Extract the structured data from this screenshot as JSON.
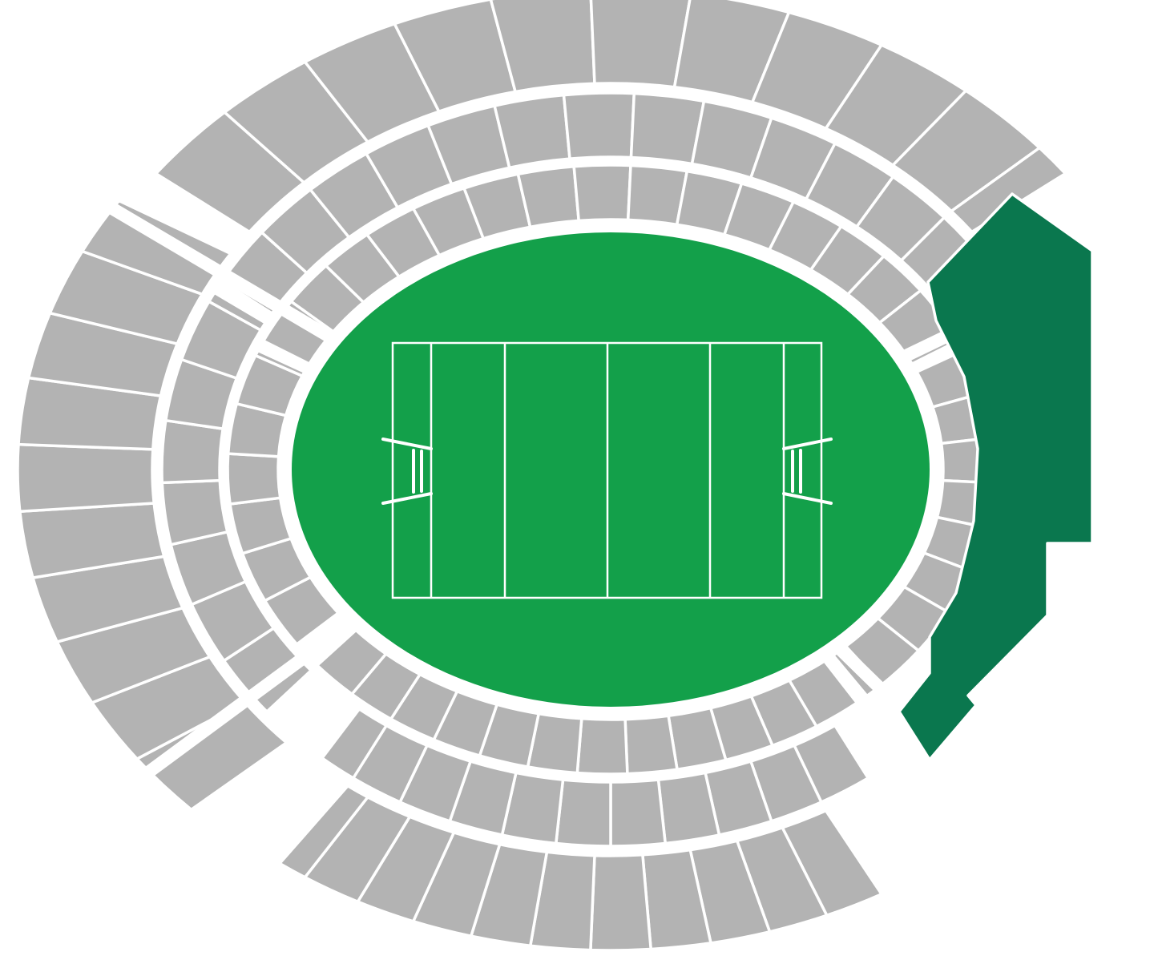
{
  "map": {
    "type": "stadium-seating-map",
    "colors": {
      "background": "#ffffff",
      "section_default": "#b3b3b3",
      "section_highlighted": "#0a774e",
      "pitch": "#13a04a",
      "lines": "#ffffff"
    },
    "highlighted_section": "east-stand-highlighted",
    "stands": [
      {
        "name": "west-stand",
        "tiers": 3
      },
      {
        "name": "north-stand",
        "tiers": 3
      },
      {
        "name": "south-stand",
        "tiers": 3
      },
      {
        "name": "east-stand",
        "tiers": 1
      }
    ]
  }
}
